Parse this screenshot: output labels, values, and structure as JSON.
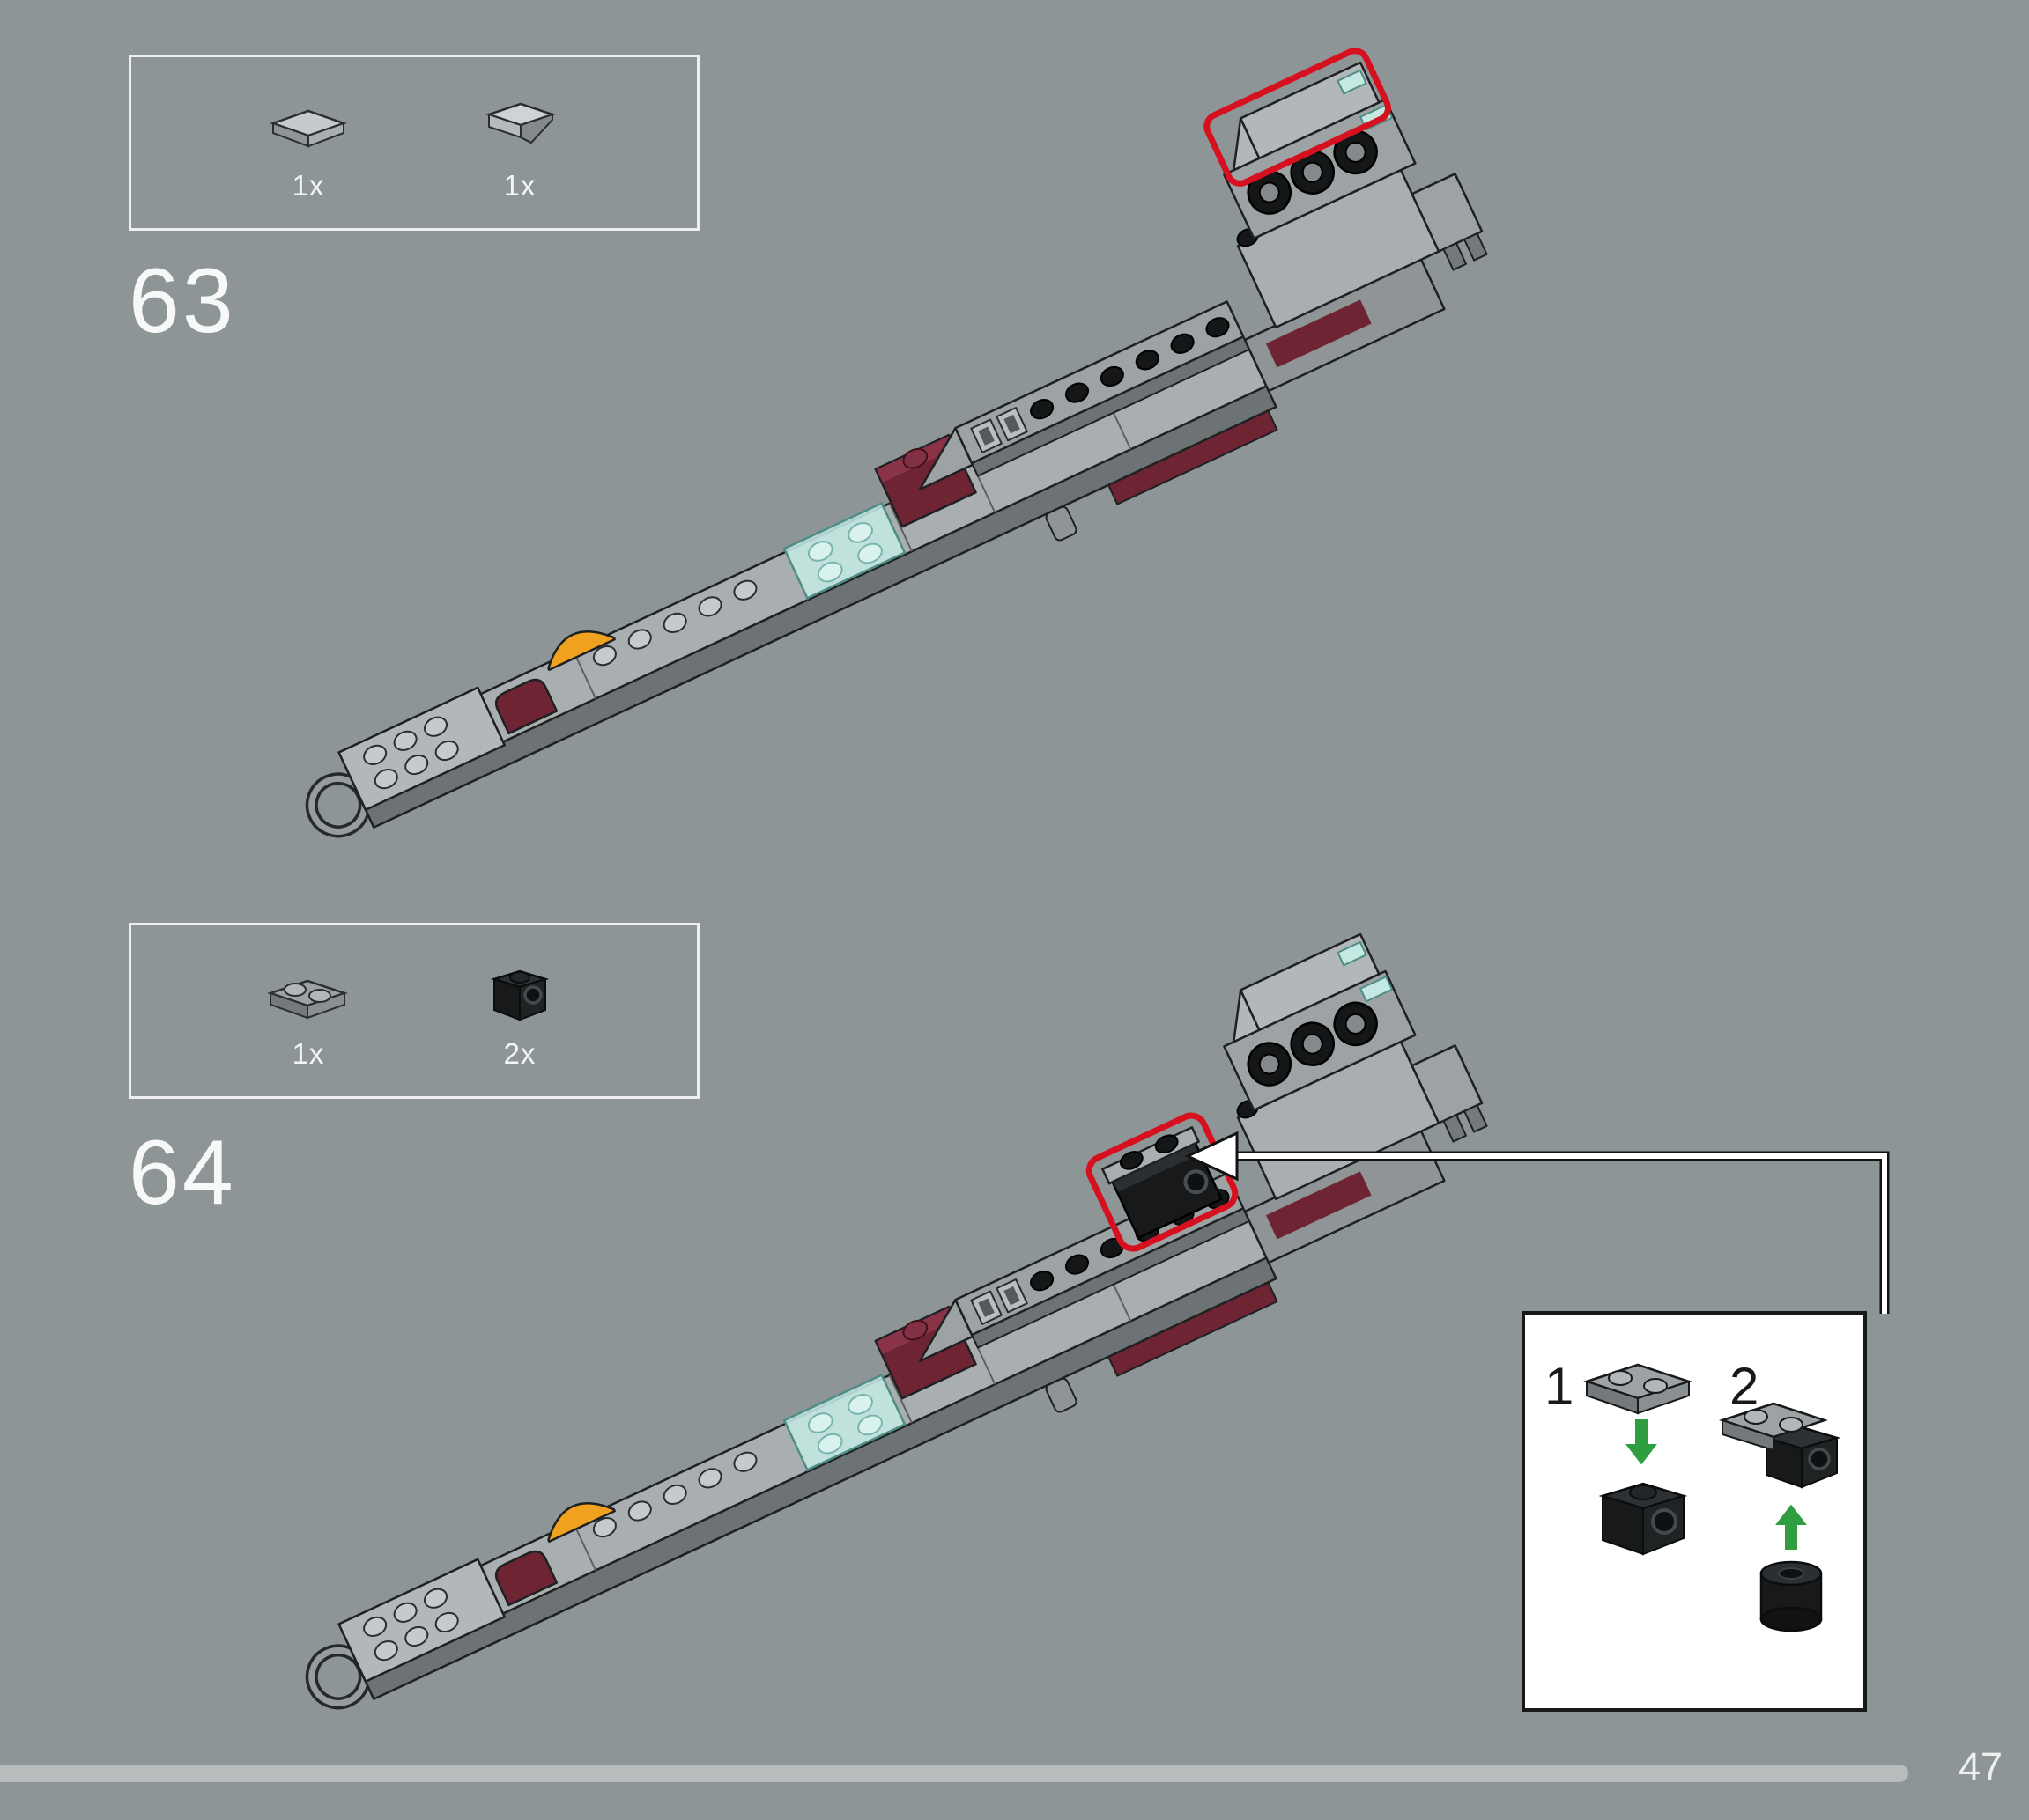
{
  "page": {
    "number": "47",
    "background_color": "#8d9597",
    "highlight_color": "#d6101f",
    "arrow_color": "#2f9e41"
  },
  "steps": [
    {
      "number": "63",
      "parts": [
        {
          "count": "1x",
          "piece": "light-gray-tile-1x2"
        },
        {
          "count": "1x",
          "piece": "light-gray-inverted-slope-1x2"
        }
      ]
    },
    {
      "number": "64",
      "parts": [
        {
          "count": "1x",
          "piece": "gray-plate-1x2"
        },
        {
          "count": "2x",
          "piece": "black-headlight-brick-1x1"
        }
      ]
    }
  ],
  "callout": {
    "substeps": [
      {
        "number": "1"
      },
      {
        "number": "2"
      }
    ]
  }
}
